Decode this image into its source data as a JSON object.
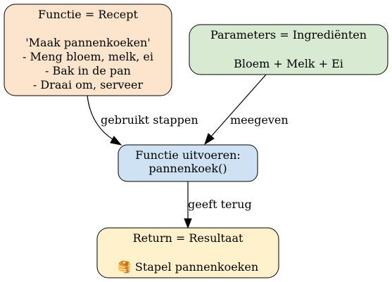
{
  "nodes": {
    "functie": {
      "lines": [
        "Functie = Recept",
        "",
        "'Maak pannenkoeken'",
        "- Meng bloem, melk, ei",
        "- Bak in de pan",
        "- Draai om, serveer"
      ],
      "fill": "#fde5cd"
    },
    "parameters": {
      "lines": [
        "Parameters = Ingrediënten",
        "",
        "Bloem + Melk + Ei"
      ],
      "fill": "#d9ead3"
    },
    "uitvoeren": {
      "lines": [
        "Functie uitvoeren:",
        "pannenkoek()"
      ],
      "fill": "#cfe2f3"
    },
    "resultaat": {
      "lines": [
        "Return = Resultaat",
        "",
        "🥞 Stapel pannenkoeken"
      ],
      "fill": "#fff1cc"
    }
  },
  "edges": {
    "functie_to_uitvoeren": {
      "label": "gebruikt stappen"
    },
    "parameters_to_uitvoeren": {
      "label": "meegeven"
    },
    "uitvoeren_to_resultaat": {
      "label": "geeft terug"
    }
  }
}
